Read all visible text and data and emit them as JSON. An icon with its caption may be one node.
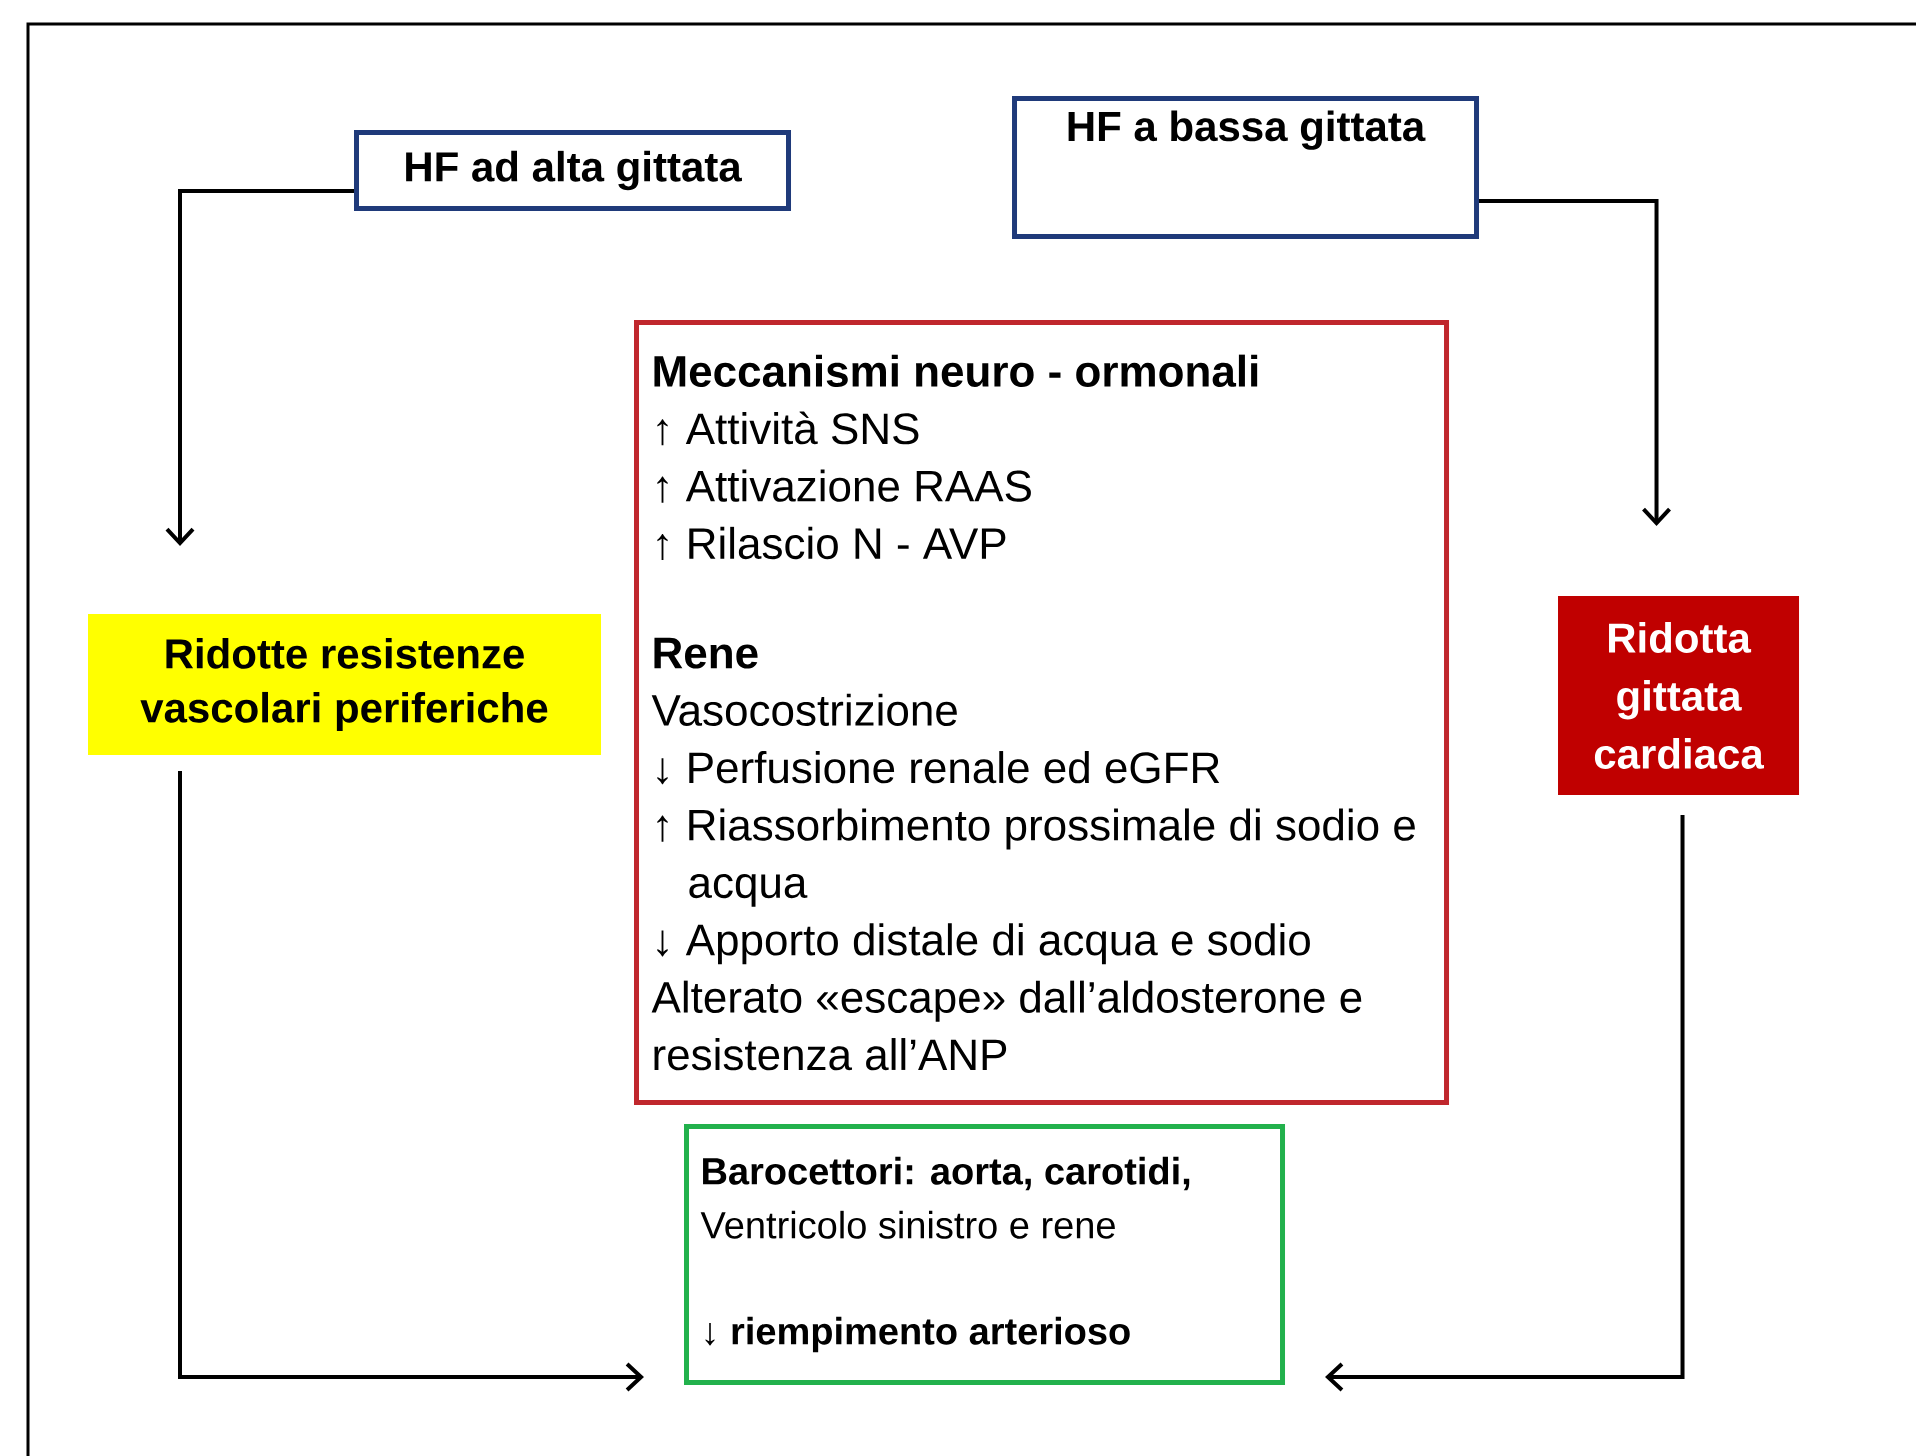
{
  "diagram": {
    "nodes": [
      {
        "text": [
          "HF ad alta gittata"
        ]
      },
      {
        "text": [
          "HF a bassa gittata"
        ]
      },
      {
        "text": [
          "Ridotte resistenze vascolari periferiche"
        ]
      },
      {
        "text": [
          "Meccanismi neuro - ormonali",
          "↑ Attività SNS",
          "↑ Attivazione RAAS",
          "↑ Rilascio N - AVP",
          "Rene",
          "Vasocostrizione",
          "↓ Perfusione renale ed eGFR",
          "↑ Riassorbimento prossimale di sodio e acqua",
          "↓ Apporto distale di acqua e sodio",
          "Alterato «escape» dall’aldosterone e resistenza all’ANP"
        ]
      },
      {
        "text": [
          "Ridotta gittata cardiaca"
        ]
      },
      {
        "text": [
          "Barocettori: aorta, carotidi,",
          "Ventricolo sinistro e rene",
          "↓ riempimento arterioso"
        ]
      }
    ],
    "edges": [
      {
        "from": 0,
        "to": 2,
        "arrow": "to"
      },
      {
        "from": 1,
        "to": 4,
        "arrow": "to"
      },
      {
        "from": 2,
        "to": 5,
        "arrow": "to"
      },
      {
        "from": 4,
        "to": 5,
        "arrow": "to"
      }
    ]
  }
}
